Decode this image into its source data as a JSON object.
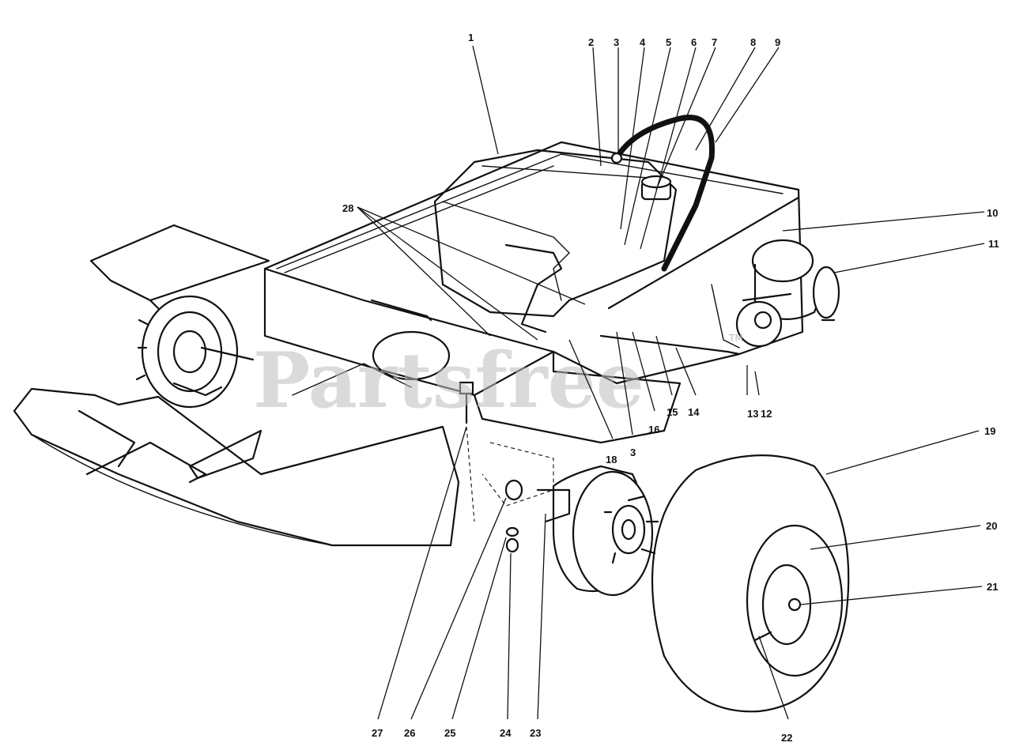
{
  "watermark": {
    "text": "Partsfree",
    "mark": "TM"
  },
  "callouts": [
    {
      "id": "1",
      "label": "1"
    },
    {
      "id": "2",
      "label": "2"
    },
    {
      "id": "3",
      "label": "3"
    },
    {
      "id": "4",
      "label": "4"
    },
    {
      "id": "5",
      "label": "5"
    },
    {
      "id": "6",
      "label": "6"
    },
    {
      "id": "7",
      "label": "7"
    },
    {
      "id": "8",
      "label": "8"
    },
    {
      "id": "9",
      "label": "9"
    },
    {
      "id": "10",
      "label": "10"
    },
    {
      "id": "11",
      "label": "11"
    },
    {
      "id": "12",
      "label": "12"
    },
    {
      "id": "13",
      "label": "13"
    },
    {
      "id": "14",
      "label": "14"
    },
    {
      "id": "15",
      "label": "15"
    },
    {
      "id": "16",
      "label": "16"
    },
    {
      "id": "18",
      "label": "18"
    },
    {
      "id": "3b",
      "label": "3"
    },
    {
      "id": "19",
      "label": "19"
    },
    {
      "id": "20",
      "label": "20"
    },
    {
      "id": "21",
      "label": "21"
    },
    {
      "id": "22",
      "label": "22"
    },
    {
      "id": "23",
      "label": "23"
    },
    {
      "id": "24",
      "label": "24"
    },
    {
      "id": "25",
      "label": "25"
    },
    {
      "id": "26",
      "label": "26"
    },
    {
      "id": "27",
      "label": "27"
    },
    {
      "id": "28",
      "label": "28"
    }
  ]
}
